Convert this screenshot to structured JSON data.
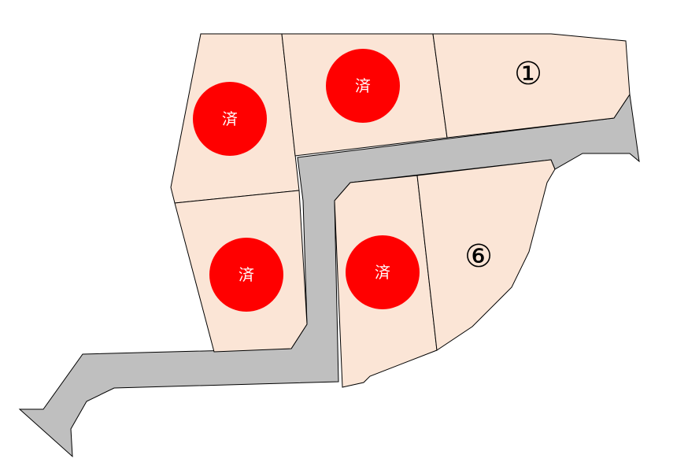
{
  "colors": {
    "lot_fill": "#fbe5d6",
    "road_fill": "#bfbfbf",
    "sold_marker": "#ff0000",
    "sold_text": "#ffffff",
    "line": "#000000",
    "number_text": "#000000"
  },
  "lots": [
    {
      "id": "top-left",
      "status": "sold",
      "label": "済"
    },
    {
      "id": "top-middle",
      "status": "sold",
      "label": "済"
    },
    {
      "id": "top-right",
      "status": "available",
      "label": "①"
    },
    {
      "id": "bottom-left",
      "status": "sold",
      "label": "済"
    },
    {
      "id": "bottom-middle",
      "status": "sold",
      "label": "済"
    },
    {
      "id": "bottom-right",
      "status": "available",
      "label": "⑥"
    }
  ]
}
